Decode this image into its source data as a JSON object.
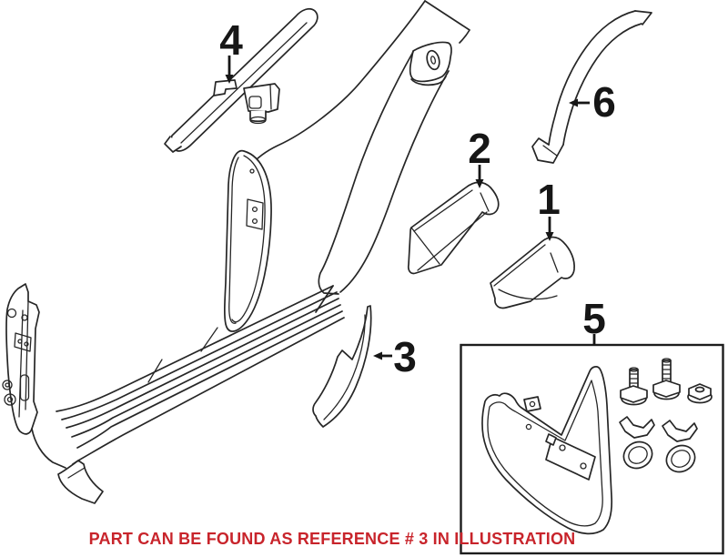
{
  "diagram": {
    "background": "#ffffff",
    "line_color": "#262626",
    "labels": {
      "part1": "1",
      "part2": "2",
      "part3": "3",
      "part4": "4",
      "part5": "5",
      "part6": "6"
    },
    "caption": {
      "text": "PART CAN BE FOUND AS REFERENCE # 3 IN ILLUSTRATION",
      "color": "#c8242b"
    }
  }
}
